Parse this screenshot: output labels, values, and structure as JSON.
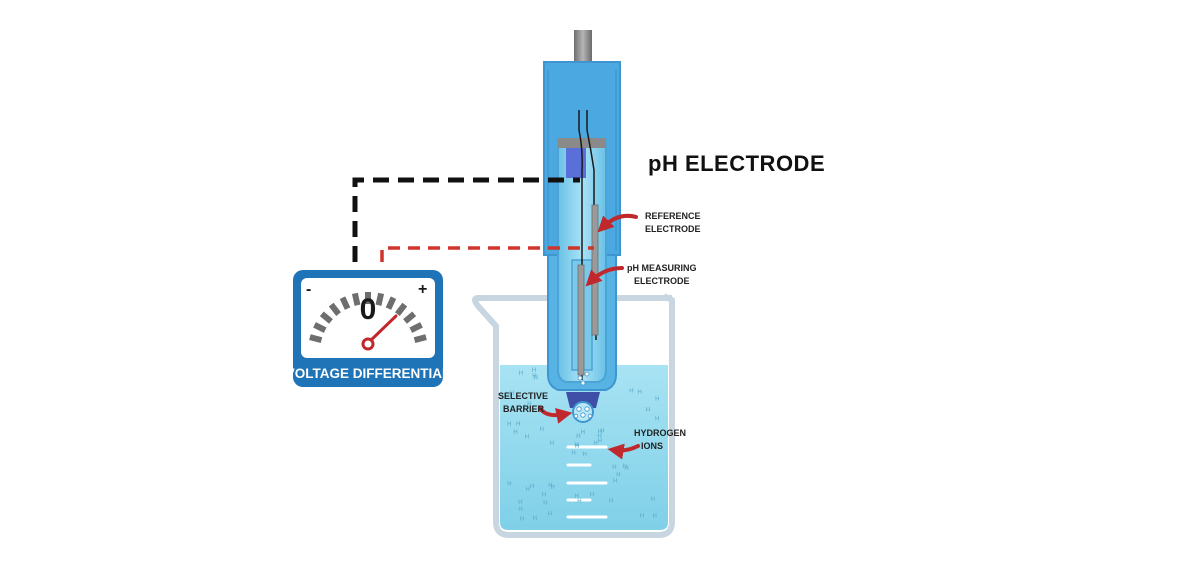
{
  "diagram": {
    "title": "pH ELECTRODE",
    "meter": {
      "label": "VOLTAGE DIFFERENTIAL",
      "reading": "0",
      "minus": "-",
      "plus": "+"
    },
    "labels": {
      "reference_line1": "REFERENCE",
      "reference_line2": "ELECTRODE",
      "measuring_line1": "pH MEASURING",
      "measuring_line2": "ELECTRODE",
      "barrier_line1": "SELECTIVE",
      "barrier_line2": "BARRIER",
      "ions_line1": "HYDROGEN",
      "ions_line2": "IONS"
    },
    "ion_symbol": "H",
    "colors": {
      "probe_body": "#4aa8e0",
      "probe_inner": "#8fd3ef",
      "liquid": "#8fd8ec",
      "meter_frame": "#1f73b7",
      "arrow": "#c0282d",
      "wire_black": "#111111",
      "wire_red": "#d0352c"
    }
  }
}
